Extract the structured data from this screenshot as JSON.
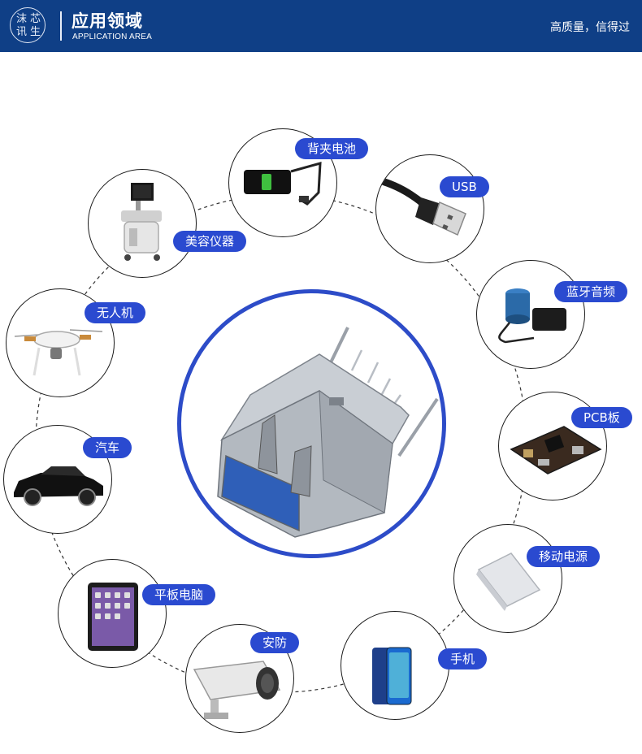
{
  "header": {
    "logo_chars": [
      "沫",
      "芯",
      "讯",
      "生"
    ],
    "title": "应用领域",
    "subtitle": "APPLICATION AREA",
    "slogan": "高质量，信得过"
  },
  "colors": {
    "header_bg": "#0f3f86",
    "accent": "#2a4ad0",
    "ring": "#2d4cc8"
  },
  "applications": [
    {
      "id": "back-clip-battery",
      "label": "背夹电池",
      "icon": "back-clip-battery-icon"
    },
    {
      "id": "usb",
      "label": "USB",
      "icon": "usb-cable-icon"
    },
    {
      "id": "bluetooth-audio",
      "label": "蓝牙音频",
      "icon": "speaker-icon"
    },
    {
      "id": "pcb",
      "label": "PCB板",
      "icon": "circuit-board-icon"
    },
    {
      "id": "power-bank",
      "label": "移动电源",
      "icon": "power-bank-icon"
    },
    {
      "id": "phone",
      "label": "手机",
      "icon": "smartphone-icon"
    },
    {
      "id": "security",
      "label": "安防",
      "icon": "security-camera-icon"
    },
    {
      "id": "tablet",
      "label": "平板电脑",
      "icon": "tablet-icon"
    },
    {
      "id": "car",
      "label": "汽车",
      "icon": "car-icon"
    },
    {
      "id": "drone",
      "label": "无人机",
      "icon": "drone-icon"
    },
    {
      "id": "beauty-device",
      "label": "美容仪器",
      "icon": "medical-device-icon"
    }
  ],
  "center_product": {
    "icon": "usb-connector-icon"
  }
}
